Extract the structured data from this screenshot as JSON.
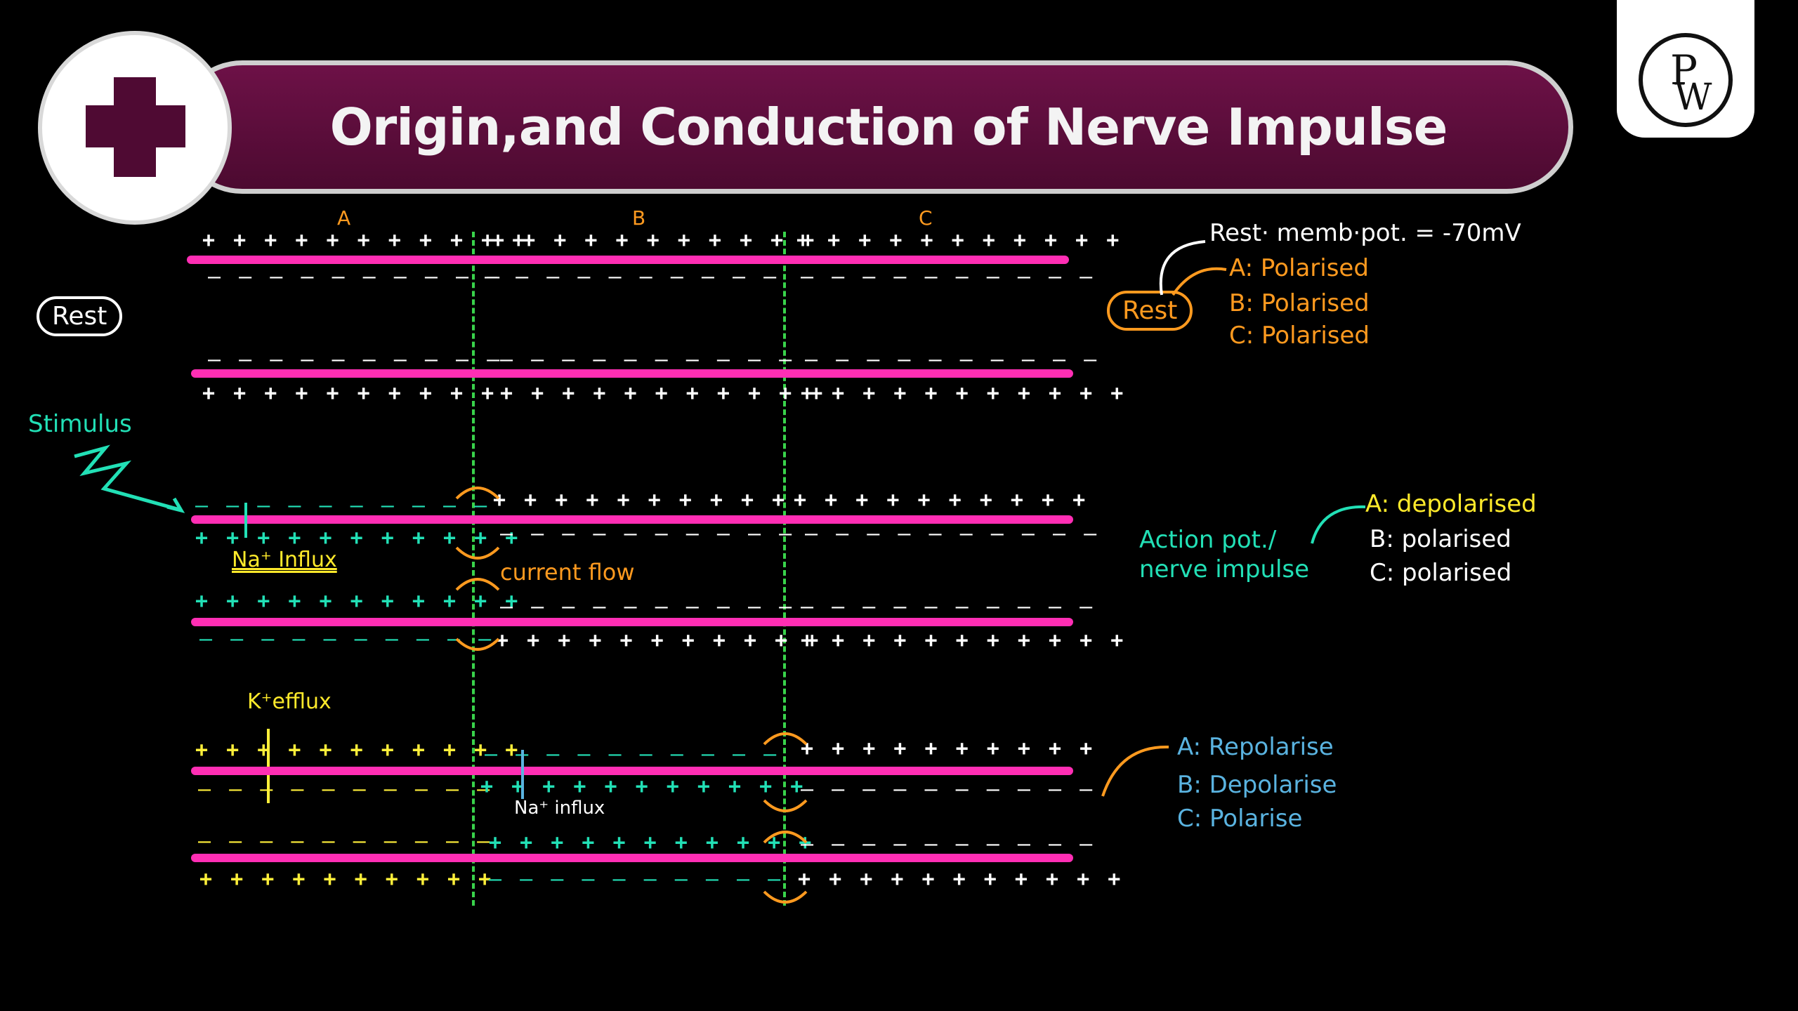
{
  "header": {
    "title": "Origin,and Conduction of Nerve Impulse"
  },
  "logo": {
    "brand_text": "PW"
  },
  "segments": [
    "A",
    "B",
    "C"
  ],
  "labels": {
    "rest": "Rest",
    "stimulus": "Stimulus",
    "na_influx_1": "Na⁺ Influx",
    "current_flow": "current flow",
    "k_efflux": "K⁺efflux",
    "na_influx_2": "Na⁺ influx"
  },
  "rest_notes": {
    "tag": "Rest",
    "potential": "Rest· memb·pot. = -70mV",
    "items": [
      "A: Polarised",
      "B: Polarised",
      "C: Polarised"
    ]
  },
  "action_notes": {
    "tag": "Action pot./ nerve impulse",
    "items": [
      "A: depolarised",
      "B: polarised",
      "C: polarised"
    ]
  },
  "repol_notes": {
    "items": [
      "A: Repolarise",
      "B: Depolarise",
      "C: Polarise"
    ]
  },
  "charges": {
    "plus": "+ + + + + + + + + + +",
    "minus": "— — — — — — — — — —",
    "plus_short": "+ + + + + + + + + +"
  },
  "colors": {
    "membrane": "#ff2eb4",
    "divider": "#39d34b",
    "title_bg": "#5a0c3a"
  }
}
